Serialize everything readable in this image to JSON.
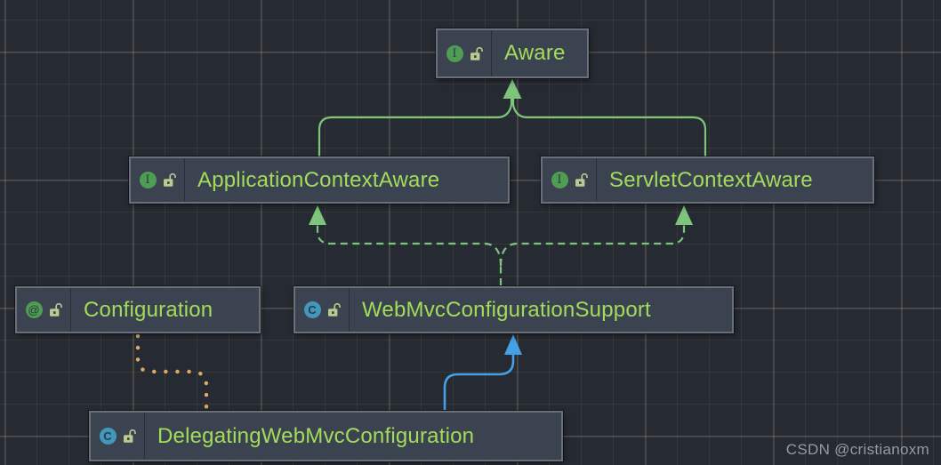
{
  "watermark": {
    "text": "CSDN @cristianoxm"
  },
  "diagram": {
    "type": "uml-class-diagram",
    "nodes": [
      {
        "id": "aware",
        "label": "Aware",
        "kind": "interface",
        "badge": "I",
        "locked": false
      },
      {
        "id": "applicationContextAware",
        "label": "ApplicationContextAware",
        "kind": "interface",
        "badge": "I",
        "locked": false
      },
      {
        "id": "servletContextAware",
        "label": "ServletContextAware",
        "kind": "interface",
        "badge": "I",
        "locked": false
      },
      {
        "id": "configuration",
        "label": "Configuration",
        "kind": "annotation",
        "badge": "@",
        "locked": false
      },
      {
        "id": "webMvcConfigurationSupport",
        "label": "WebMvcConfigurationSupport",
        "kind": "class",
        "badge": "C",
        "locked": false
      },
      {
        "id": "delegatingWebMvcConfiguration",
        "label": "DelegatingWebMvcConfiguration",
        "kind": "class",
        "badge": "C",
        "locked": false
      }
    ],
    "edges": [
      {
        "from": "ApplicationContextAware",
        "to": "Aware",
        "type": "extends",
        "style": "solid-green-arrow"
      },
      {
        "from": "ServletContextAware",
        "to": "Aware",
        "type": "extends",
        "style": "solid-green-arrow"
      },
      {
        "from": "WebMvcConfigurationSupport",
        "to": "ApplicationContextAware",
        "type": "implements",
        "style": "dashed-green-arrow"
      },
      {
        "from": "WebMvcConfigurationSupport",
        "to": "ServletContextAware",
        "type": "implements",
        "style": "dashed-green-arrow"
      },
      {
        "from": "DelegatingWebMvcConfiguration",
        "to": "WebMvcConfigurationSupport",
        "type": "extends",
        "style": "solid-blue-arrow"
      },
      {
        "from": "Configuration",
        "to": "DelegatingWebMvcConfiguration",
        "type": "annotated-by",
        "style": "dotted-orange"
      }
    ],
    "colors": {
      "background": "#262B33",
      "grid_line": "#3A3933",
      "node_fill": "#3C4350",
      "node_border": "#6B7078",
      "node_text": "#A3DC5B",
      "interface_badge": "#4F9C54",
      "annotation_badge": "#4F9C54",
      "class_badge": "#4298BC",
      "lock_icon": "#BCC98F",
      "edge_green": "#7CC57B",
      "edge_blue": "#45A0E6",
      "edge_orange": "#DFA967"
    }
  }
}
